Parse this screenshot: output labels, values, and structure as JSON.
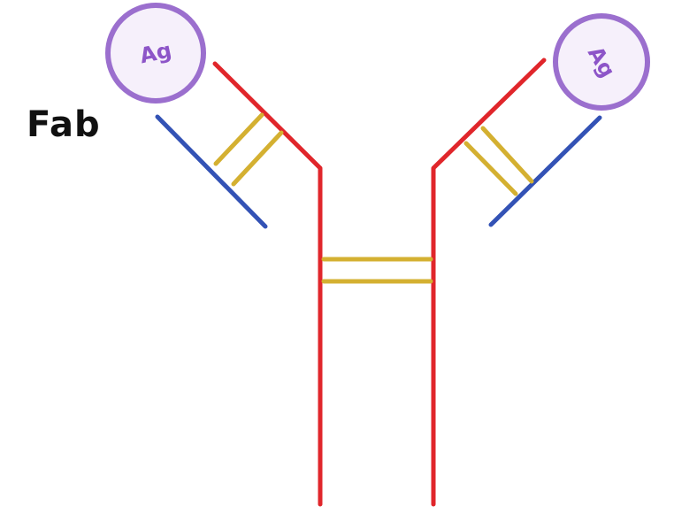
{
  "labels": {
    "fab": "Fab",
    "antigen_left": "Ag",
    "antigen_right": "Ag"
  },
  "colors": {
    "heavy_chain": "#e0262b",
    "light_chain": "#3352b5",
    "disulfide_bond": "#d4b031",
    "antigen": "#9b6fce",
    "antigen_fill": "#f6f0fb",
    "text": "#111111"
  }
}
